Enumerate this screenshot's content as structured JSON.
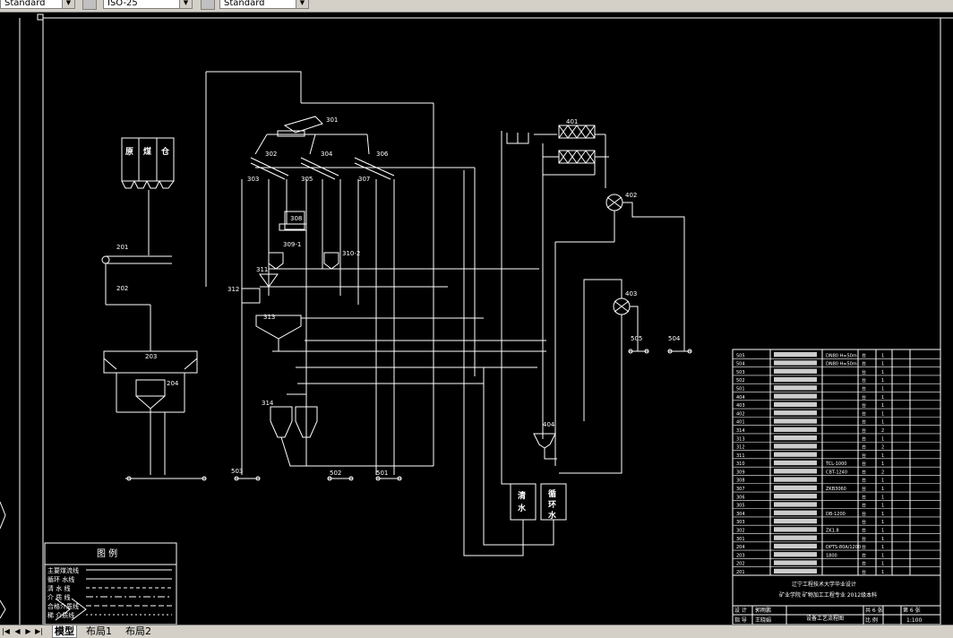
{
  "toolbar": {
    "text_style_value": "Standard",
    "dim_style_value": "ISO-25",
    "table_style_value": "Standard"
  },
  "drawing": {
    "equip_labels": {
      "e201": "201",
      "e202": "202",
      "e203": "203",
      "e204": "204",
      "e301": "301",
      "e302": "302",
      "e304": "304",
      "e306": "306",
      "e303": "303",
      "e305": "305",
      "e307": "307",
      "e308": "308",
      "e309_1": "309-1",
      "e310_2": "310-2",
      "e311": "311",
      "e312": "312",
      "e313": "313",
      "e314": "314",
      "e401": "401",
      "e402": "402",
      "e403": "403",
      "e404": "404",
      "e501": "501",
      "e502": "502",
      "e503": "503",
      "e504": "504",
      "e505": "505"
    },
    "bunker_label": [
      "原",
      "煤",
      "仓"
    ],
    "clean_water_tank": [
      "清",
      "水"
    ],
    "circulating_water_tank": [
      "循",
      "环",
      "水"
    ],
    "legend": {
      "title": "图 例",
      "items": [
        "主要煤流线",
        "循环  水线",
        "清  水  线",
        "介  质  线",
        "合格介质线",
        "稀  介质线"
      ]
    },
    "title_block": {
      "school": "辽宁工程技术大学毕业设计",
      "subtitle": "矿业学院  矿物加工工程专业  2012级本科",
      "sheet_count": "共 6 张",
      "sheet_no": "第 6 张",
      "design_label": "设  计",
      "check_label": "指  导",
      "drawing_title": "设备工艺流程图",
      "scale_label": "比  例",
      "scale_value": "1:100",
      "designer": "郭雨鹏",
      "advisor": "王晓娟"
    },
    "bom_rows": [
      {
        "no": "505",
        "spec": "DN80 H=50m",
        "unit": "台",
        "qty": "1"
      },
      {
        "no": "504",
        "spec": "DN80 H=50m",
        "unit": "台",
        "qty": "1"
      },
      {
        "no": "503",
        "spec": "",
        "unit": "台",
        "qty": "1"
      },
      {
        "no": "502",
        "spec": "",
        "unit": "台",
        "qty": "1"
      },
      {
        "no": "501",
        "spec": "",
        "unit": "台",
        "qty": "1"
      },
      {
        "no": "404",
        "spec": "",
        "unit": "台",
        "qty": "1"
      },
      {
        "no": "403",
        "spec": "",
        "unit": "台",
        "qty": "1"
      },
      {
        "no": "402",
        "spec": "",
        "unit": "台",
        "qty": "1"
      },
      {
        "no": "401",
        "spec": "",
        "unit": "台",
        "qty": "1"
      },
      {
        "no": "314",
        "spec": "",
        "unit": "台",
        "qty": "2"
      },
      {
        "no": "313",
        "spec": "",
        "unit": "台",
        "qty": "1"
      },
      {
        "no": "312",
        "spec": "",
        "unit": "台",
        "qty": "2"
      },
      {
        "no": "311",
        "spec": "",
        "unit": "台",
        "qty": "1"
      },
      {
        "no": "310",
        "spec": "TCL-1000",
        "unit": "台",
        "qty": "1"
      },
      {
        "no": "309",
        "spec": "CBT-1240",
        "unit": "台",
        "qty": "2"
      },
      {
        "no": "308",
        "spec": "",
        "unit": "台",
        "qty": "1"
      },
      {
        "no": "307",
        "spec": "ZKB3060",
        "unit": "台",
        "qty": "1"
      },
      {
        "no": "306",
        "spec": "",
        "unit": "台",
        "qty": "1"
      },
      {
        "no": "305",
        "spec": "",
        "unit": "台",
        "qty": "1"
      },
      {
        "no": "304",
        "spec": "DB-1200",
        "unit": "台",
        "qty": "1"
      },
      {
        "no": "303",
        "spec": "",
        "unit": "台",
        "qty": "1"
      },
      {
        "no": "302",
        "spec": "ZK1.8",
        "unit": "台",
        "qty": "1"
      },
      {
        "no": "301",
        "spec": "",
        "unit": "台",
        "qty": "1"
      },
      {
        "no": "204",
        "spec": "DPTS-80A/1200",
        "unit": "台",
        "qty": "1"
      },
      {
        "no": "203",
        "spec": "1800",
        "unit": "台",
        "qty": "1"
      },
      {
        "no": "202",
        "spec": "",
        "unit": "台",
        "qty": "1"
      },
      {
        "no": "201",
        "spec": "",
        "unit": "台",
        "qty": "1"
      }
    ]
  },
  "statusbar": {
    "tab_model": "模型",
    "tab_layout1": "布局1",
    "tab_layout2": "布局2"
  }
}
